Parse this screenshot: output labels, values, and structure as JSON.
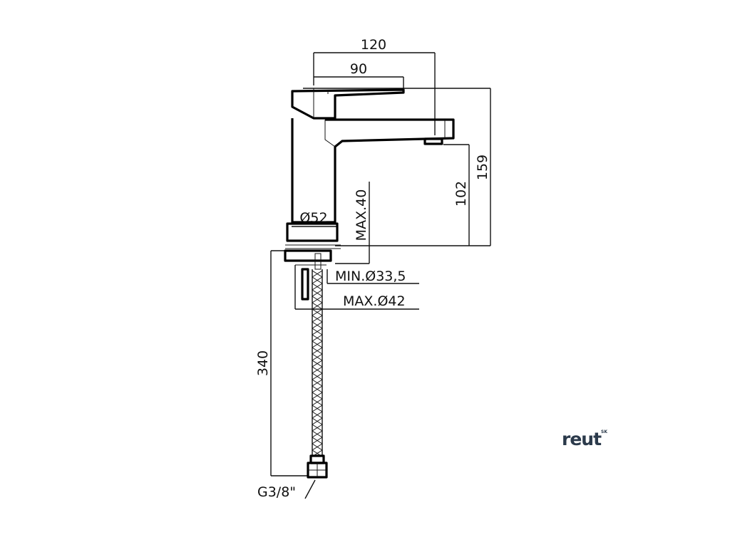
{
  "dimensions": {
    "width_overall": "120",
    "lever_length": "90",
    "height_overall": "159",
    "spout_height": "102",
    "deck_max": "MAX.40",
    "base_diameter": "Ø52",
    "hole_min": "MIN.Ø33,5",
    "hole_max": "MAX.Ø42",
    "hose_length": "340",
    "connection": "G3/8\""
  },
  "logo": {
    "text": "reut",
    "superscript": "SK"
  }
}
